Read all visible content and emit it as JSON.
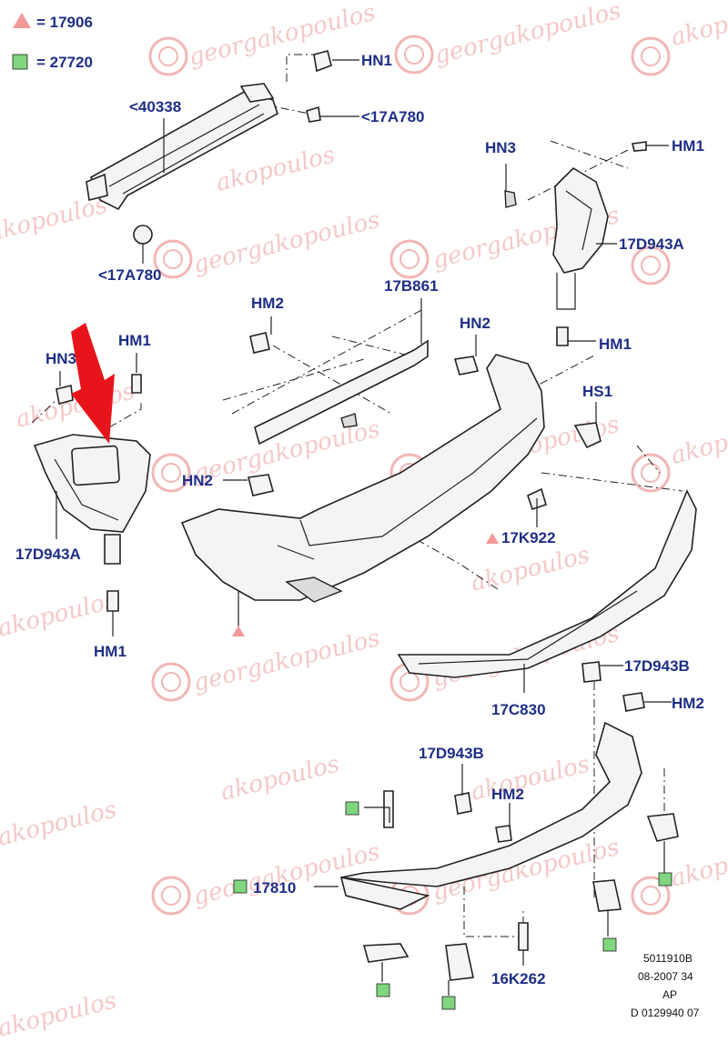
{
  "legend": {
    "triangle_code": "= 17906",
    "square_code": "= 27720",
    "triangle_color": "#f29a9a",
    "square_color": "#7fd67f"
  },
  "labels": {
    "hn1_top": "HN1",
    "p40338": "<40338",
    "p17a780_right": "<17A780",
    "p17a780_left": "<17A780",
    "hn3_right": "HN3",
    "hm1_top_right": "HM1",
    "p17d943a_right": "17D943A",
    "hm1_mid_right": "HM1",
    "p17b861": "17B861",
    "hm2_center": "HM2",
    "hn2_right": "HN2",
    "hs1": "HS1",
    "hn3_left": "HN3",
    "hm1_left_top": "HM1",
    "hn2_left": "HN2",
    "p17d943a_left": "17D943A",
    "p17k922": "17K922",
    "hm1_left_bottom": "HM1",
    "p17c830": "17C830",
    "p17d943b_right": "17D943B",
    "hm2_right": "HM2",
    "p17d943b_center": "17D943B",
    "hm2_bottom": "HM2",
    "p17810": "17810",
    "p16k262": "16K262"
  },
  "footer": {
    "line1": "5011910B",
    "line2": "08-2007 34",
    "line3": "AP",
    "line4": "D 0129940 07"
  },
  "watermark": {
    "text": "georgakopoulos",
    "text_short": "akopoulos",
    "color": "#f2b6b6"
  },
  "arrow_color": "#e8141b",
  "line_color": "#1f2e86"
}
